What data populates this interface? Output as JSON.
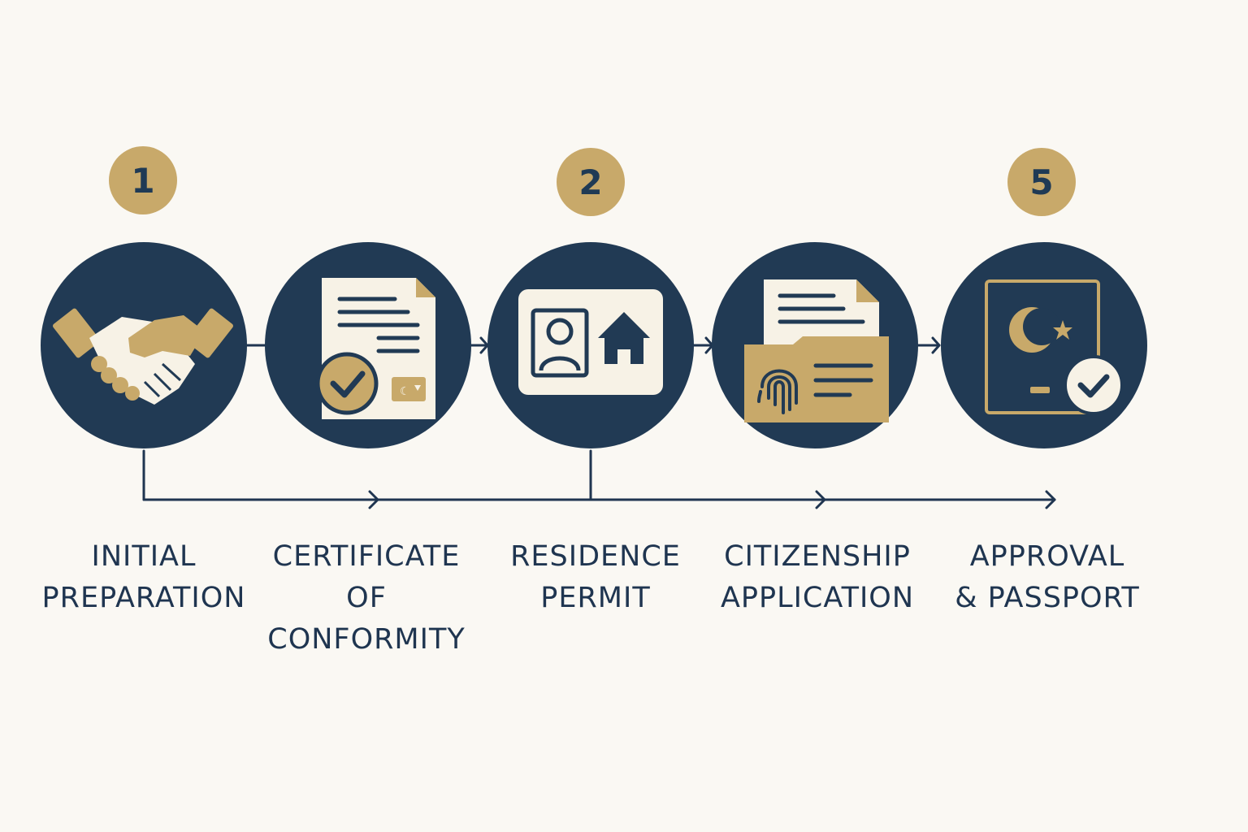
{
  "badges": [
    "1",
    "2",
    "5"
  ],
  "steps": [
    {
      "icon": "handshake-icon",
      "label_lines": [
        "INITIAL",
        "PREPARATION"
      ]
    },
    {
      "icon": "certificate-document-icon",
      "label_lines": [
        "CERTIFICATE",
        "OF",
        "CONFORMITY"
      ]
    },
    {
      "icon": "residence-card-icon",
      "label_lines": [
        "RESIDENCE",
        "PERMIT"
      ]
    },
    {
      "icon": "fingerprint-folder-icon",
      "label_lines": [
        "CITIZENSHIP",
        "APPLICATION"
      ]
    },
    {
      "icon": "passport-approved-icon",
      "label_lines": [
        "APPROVAL",
        "& PASSPORT"
      ]
    }
  ],
  "colors": {
    "background": "#faf8f3",
    "navy": "#213a54",
    "gold": "#c8a96a",
    "cream": "#f7f2e6"
  }
}
